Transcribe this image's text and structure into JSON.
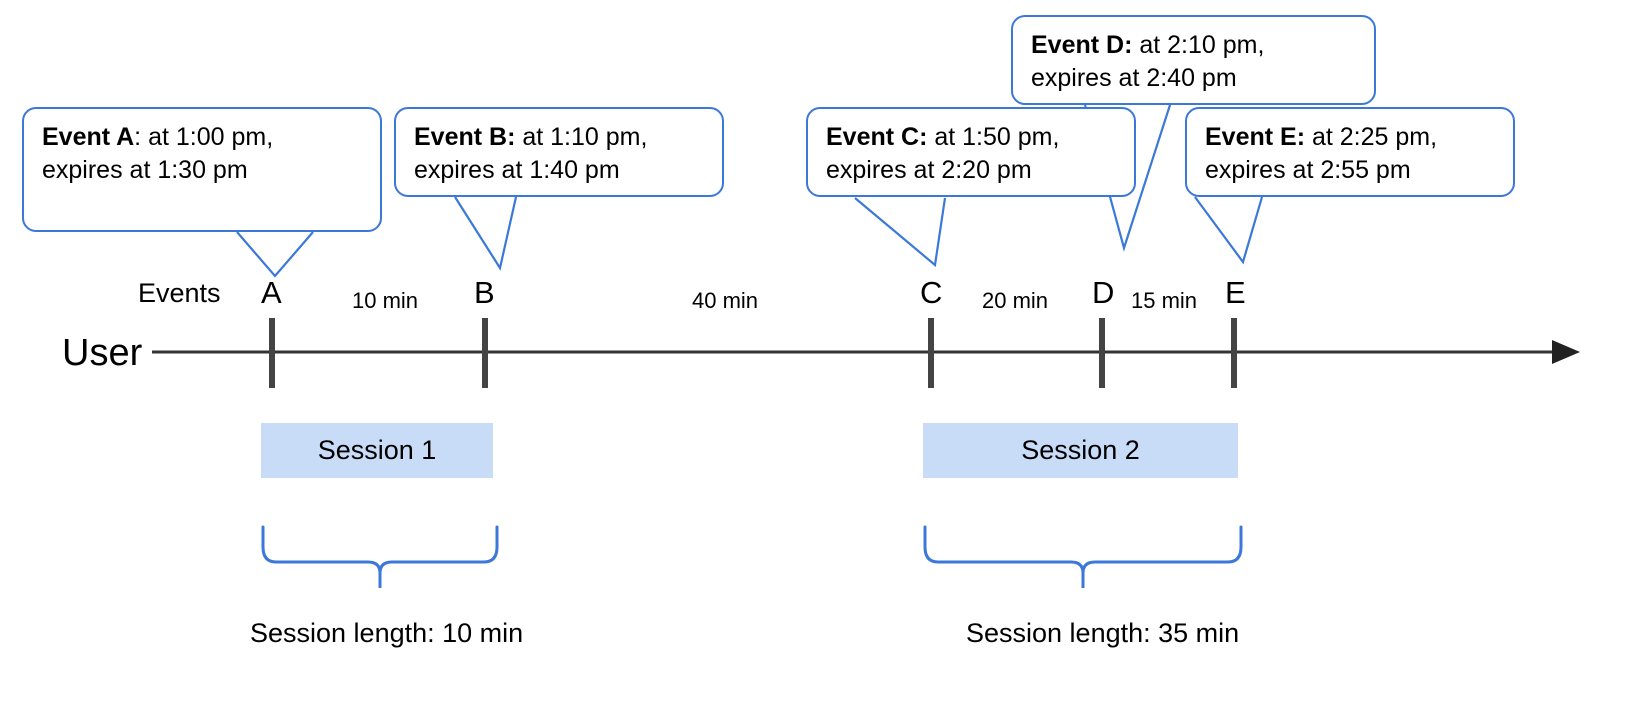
{
  "diagram": {
    "title_row_label": "Events",
    "actor_label": "User",
    "accent_color": "#3b78d8",
    "session_fill": "#c9dcf7",
    "axis_color": "#333333"
  },
  "callouts": [
    {
      "id": "A",
      "name": "Event A",
      "sep": ": ",
      "line1_rest": "at 1:00 pm,",
      "line2": "expires at 1:30 pm"
    },
    {
      "id": "B",
      "name": "Event B:",
      "sep": " ",
      "line1_rest": "at 1:10 pm,",
      "line2": "expires at 1:40 pm"
    },
    {
      "id": "C",
      "name": "Event C:",
      "sep": " ",
      "line1_rest": "at 1:50 pm,",
      "line2": "expires at 2:20 pm"
    },
    {
      "id": "D",
      "name": "Event D:",
      "sep": " ",
      "line1_rest": "at 2:10 pm,",
      "line2": "expires at 2:40 pm"
    },
    {
      "id": "E",
      "name": "Event E:",
      "sep": " ",
      "line1_rest": "at 2:25 pm,",
      "line2": "expires at 2:55 pm"
    }
  ],
  "timeline": {
    "ticks": [
      {
        "letter": "A",
        "time": "1:00 pm"
      },
      {
        "letter": "B",
        "time": "1:10 pm"
      },
      {
        "letter": "C",
        "time": "1:50 pm"
      },
      {
        "letter": "D",
        "time": "2:10 pm"
      },
      {
        "letter": "E",
        "time": "2:25 pm"
      }
    ],
    "intervals": [
      {
        "from": "A",
        "to": "B",
        "label": "10 min"
      },
      {
        "from": "B",
        "to": "C",
        "label": "40 min"
      },
      {
        "from": "C",
        "to": "D",
        "label": "20 min"
      },
      {
        "from": "D",
        "to": "E",
        "label": "15 min"
      }
    ]
  },
  "sessions": [
    {
      "label": "Session 1",
      "length_label": "Session length: 10 min"
    },
    {
      "label": "Session 2",
      "length_label": "Session length: 35 min"
    }
  ]
}
